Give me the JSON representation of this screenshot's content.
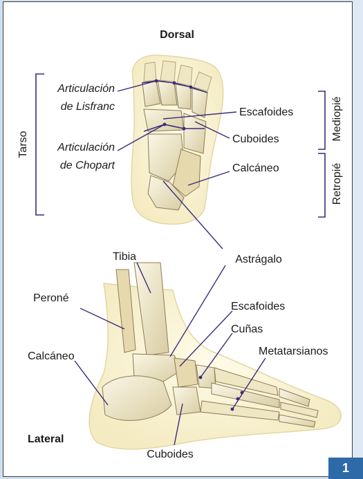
{
  "figure_number": "1",
  "dorsal_view": {
    "heading": "Dorsal",
    "labels": {
      "lisfranc_line1": "Articulación",
      "lisfranc_line2": "de Lisfranc",
      "chopart_line1": "Articulación",
      "chopart_line2": "de Chopart",
      "escafoides": "Escafoides",
      "cuboides": "Cuboides",
      "calcaneo": "Calcáneo"
    },
    "brackets": {
      "tarso": "Tarso",
      "mediopie": "Mediopié",
      "retropie": "Retropié"
    }
  },
  "shared_label": "Astrágalo",
  "lateral_view": {
    "heading": "Lateral",
    "labels": {
      "tibia": "Tibia",
      "perone": "Peroné",
      "escafoides": "Escafoides",
      "cunas": "Cuñas",
      "metatarsianos": "Metatarsianos",
      "calcaneo": "Calcáneo",
      "cuboides": "Cuboides"
    }
  },
  "colors": {
    "line": "#3d2a7a",
    "bone": "#f1ead0",
    "bone_shadow": "#c9bd93",
    "skin": "#faf4d8",
    "accent": "#2e6aa8"
  }
}
